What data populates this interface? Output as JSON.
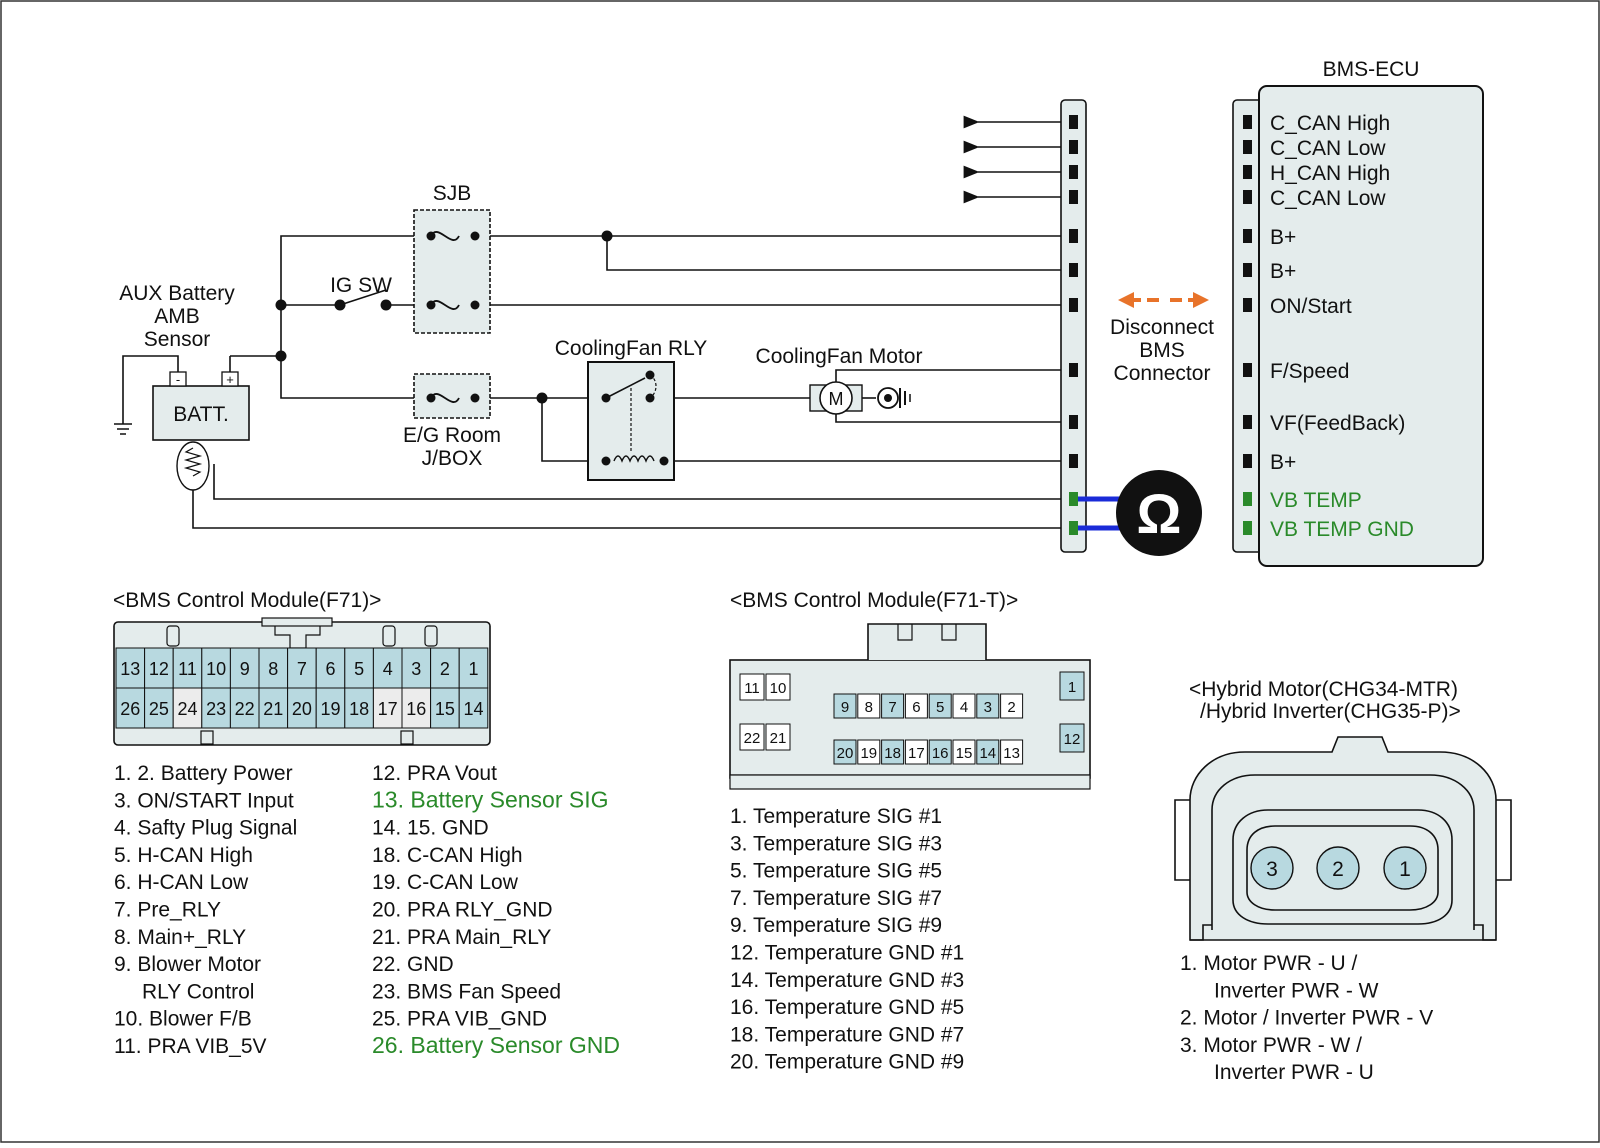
{
  "colors": {
    "pin_fill": "#b8d9e0",
    "highlight": "#2a8a2a",
    "arrow": "#e8732a",
    "meter_wire": "#1a2bd8",
    "panel": "#e4ecec"
  },
  "wiring": {
    "sjb": "SJB",
    "ig_sw": "IG SW",
    "aux_sensor": [
      "AUX Battery",
      "AMB",
      "Sensor"
    ],
    "batt": "BATT.",
    "batt_minus": "-",
    "batt_plus": "+",
    "eg_room": [
      "E/G Room",
      "J/BOX"
    ],
    "cooling_fan_rly": "CoolingFan RLY",
    "cooling_fan_motor": "CoolingFan Motor",
    "motor_m": "M",
    "disconnect": [
      "Disconnect",
      "BMS",
      "Connector"
    ],
    "ohm": "Ω",
    "ecu_title": "BMS-ECU",
    "ecu_pins": [
      "C_CAN High",
      "C_CAN Low",
      "H_CAN High",
      "C_CAN Low",
      "B+",
      "B+",
      "ON/Start",
      "F/Speed",
      "VF(FeedBack)",
      "B+",
      "VB TEMP",
      "VB TEMP GND"
    ]
  },
  "f71": {
    "title": "<BMS Control Module(F71)>",
    "top_row": [
      "13",
      "12",
      "11",
      "10",
      "9",
      "8",
      "7",
      "6",
      "5",
      "4",
      "3",
      "2",
      "1"
    ],
    "bottom_row": [
      "26",
      "25",
      "24",
      "23",
      "22",
      "21",
      "20",
      "19",
      "18",
      "17",
      "16",
      "15",
      "14"
    ],
    "empty_pins": [
      "24",
      "17",
      "16"
    ],
    "legend_left": [
      "1. 2. Battery Power",
      "3. ON/START Input",
      "4. Safty Plug Signal",
      "5. H-CAN High",
      "6. H-CAN Low",
      "7. Pre_RLY",
      "8. Main+_RLY",
      "9. Blower Motor",
      "RLY Control",
      "10. Blower F/B",
      "11. PRA VIB_5V"
    ],
    "legend_right": [
      "12. PRA Vout",
      "13. Battery Sensor SIG",
      "14. 15. GND",
      "18. C-CAN High",
      "19. C-CAN Low",
      "20. PRA RLY_GND",
      "21. PRA Main_RLY",
      "22. GND",
      "23. BMS Fan Speed",
      "25. PRA VIB_GND",
      "26. Battery Sensor GND"
    ]
  },
  "f71t": {
    "title": "<BMS Control Module(F71-T)>",
    "left_top": [
      "11",
      "10"
    ],
    "left_bottom": [
      "22",
      "21"
    ],
    "mid_top": [
      "9",
      "8",
      "7",
      "6",
      "5",
      "4",
      "3",
      "2"
    ],
    "mid_bottom": [
      "20",
      "19",
      "18",
      "17",
      "16",
      "15",
      "14",
      "13"
    ],
    "right_top": "1",
    "right_bottom": "12",
    "filled_pins": [
      "9",
      "7",
      "5",
      "3",
      "20",
      "18",
      "16",
      "14",
      "1",
      "12"
    ],
    "legend": [
      "1. Temperature SIG #1",
      "3. Temperature SIG #3",
      "5. Temperature SIG #5",
      "7. Temperature SIG #7",
      "9. Temperature SIG #9",
      "12. Temperature GND #1",
      "14. Temperature GND #3",
      "16. Temperature GND #5",
      "18. Temperature GND #7",
      "20. Temperature GND #9"
    ]
  },
  "hybrid": {
    "title_1": "<Hybrid Motor(CHG34-MTR)",
    "title_2": "/Hybrid Inverter(CHG35-P)>",
    "pins": [
      "3",
      "2",
      "1"
    ],
    "legend": [
      "1. Motor PWR - U /",
      "Inverter PWR - W",
      "2. Motor / Inverter PWR - V",
      "3. Motor PWR - W /",
      "Inverter PWR - U"
    ]
  }
}
